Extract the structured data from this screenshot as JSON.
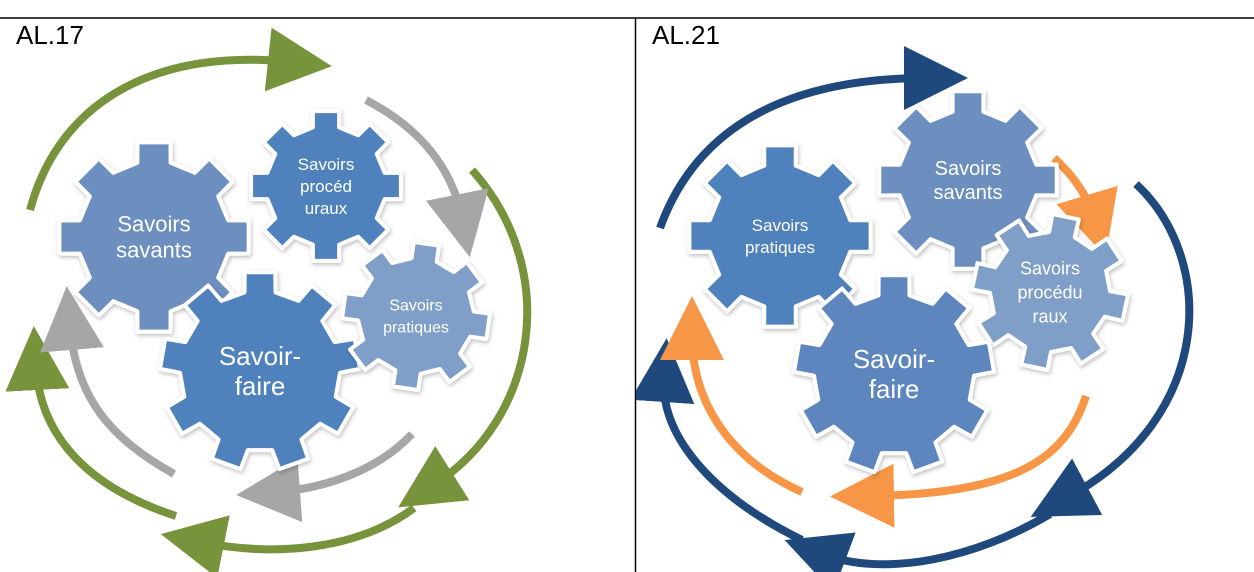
{
  "panels": [
    {
      "label": "AL.17",
      "gears": [
        {
          "lines": [
            "Savoirs",
            "savants"
          ]
        },
        {
          "lines": [
            "Savoirs",
            "procéd",
            "uraux"
          ]
        },
        {
          "lines": [
            "Savoir-",
            "faire"
          ]
        },
        {
          "lines": [
            "Savoirs",
            "pratiques"
          ]
        }
      ]
    },
    {
      "label": "AL.21",
      "gears": [
        {
          "lines": [
            "Savoirs",
            "pratiques"
          ]
        },
        {
          "lines": [
            "Savoirs",
            "savants"
          ]
        },
        {
          "lines": [
            "Savoirs",
            "procédu",
            "raux"
          ]
        },
        {
          "lines": [
            "Savoir-",
            "faire"
          ]
        }
      ]
    }
  ],
  "colors": {
    "gear_dark": "#4f81bd",
    "gear_mid": "#5b86bd",
    "gear_light": "#6d8fbf",
    "gear_lightest": "#7f9fc8",
    "arrow_green": "#77933c",
    "arrow_gray": "#a6a6a6",
    "arrow_navy": "#1f497d",
    "arrow_orange": "#f79646",
    "border": "#000000"
  }
}
